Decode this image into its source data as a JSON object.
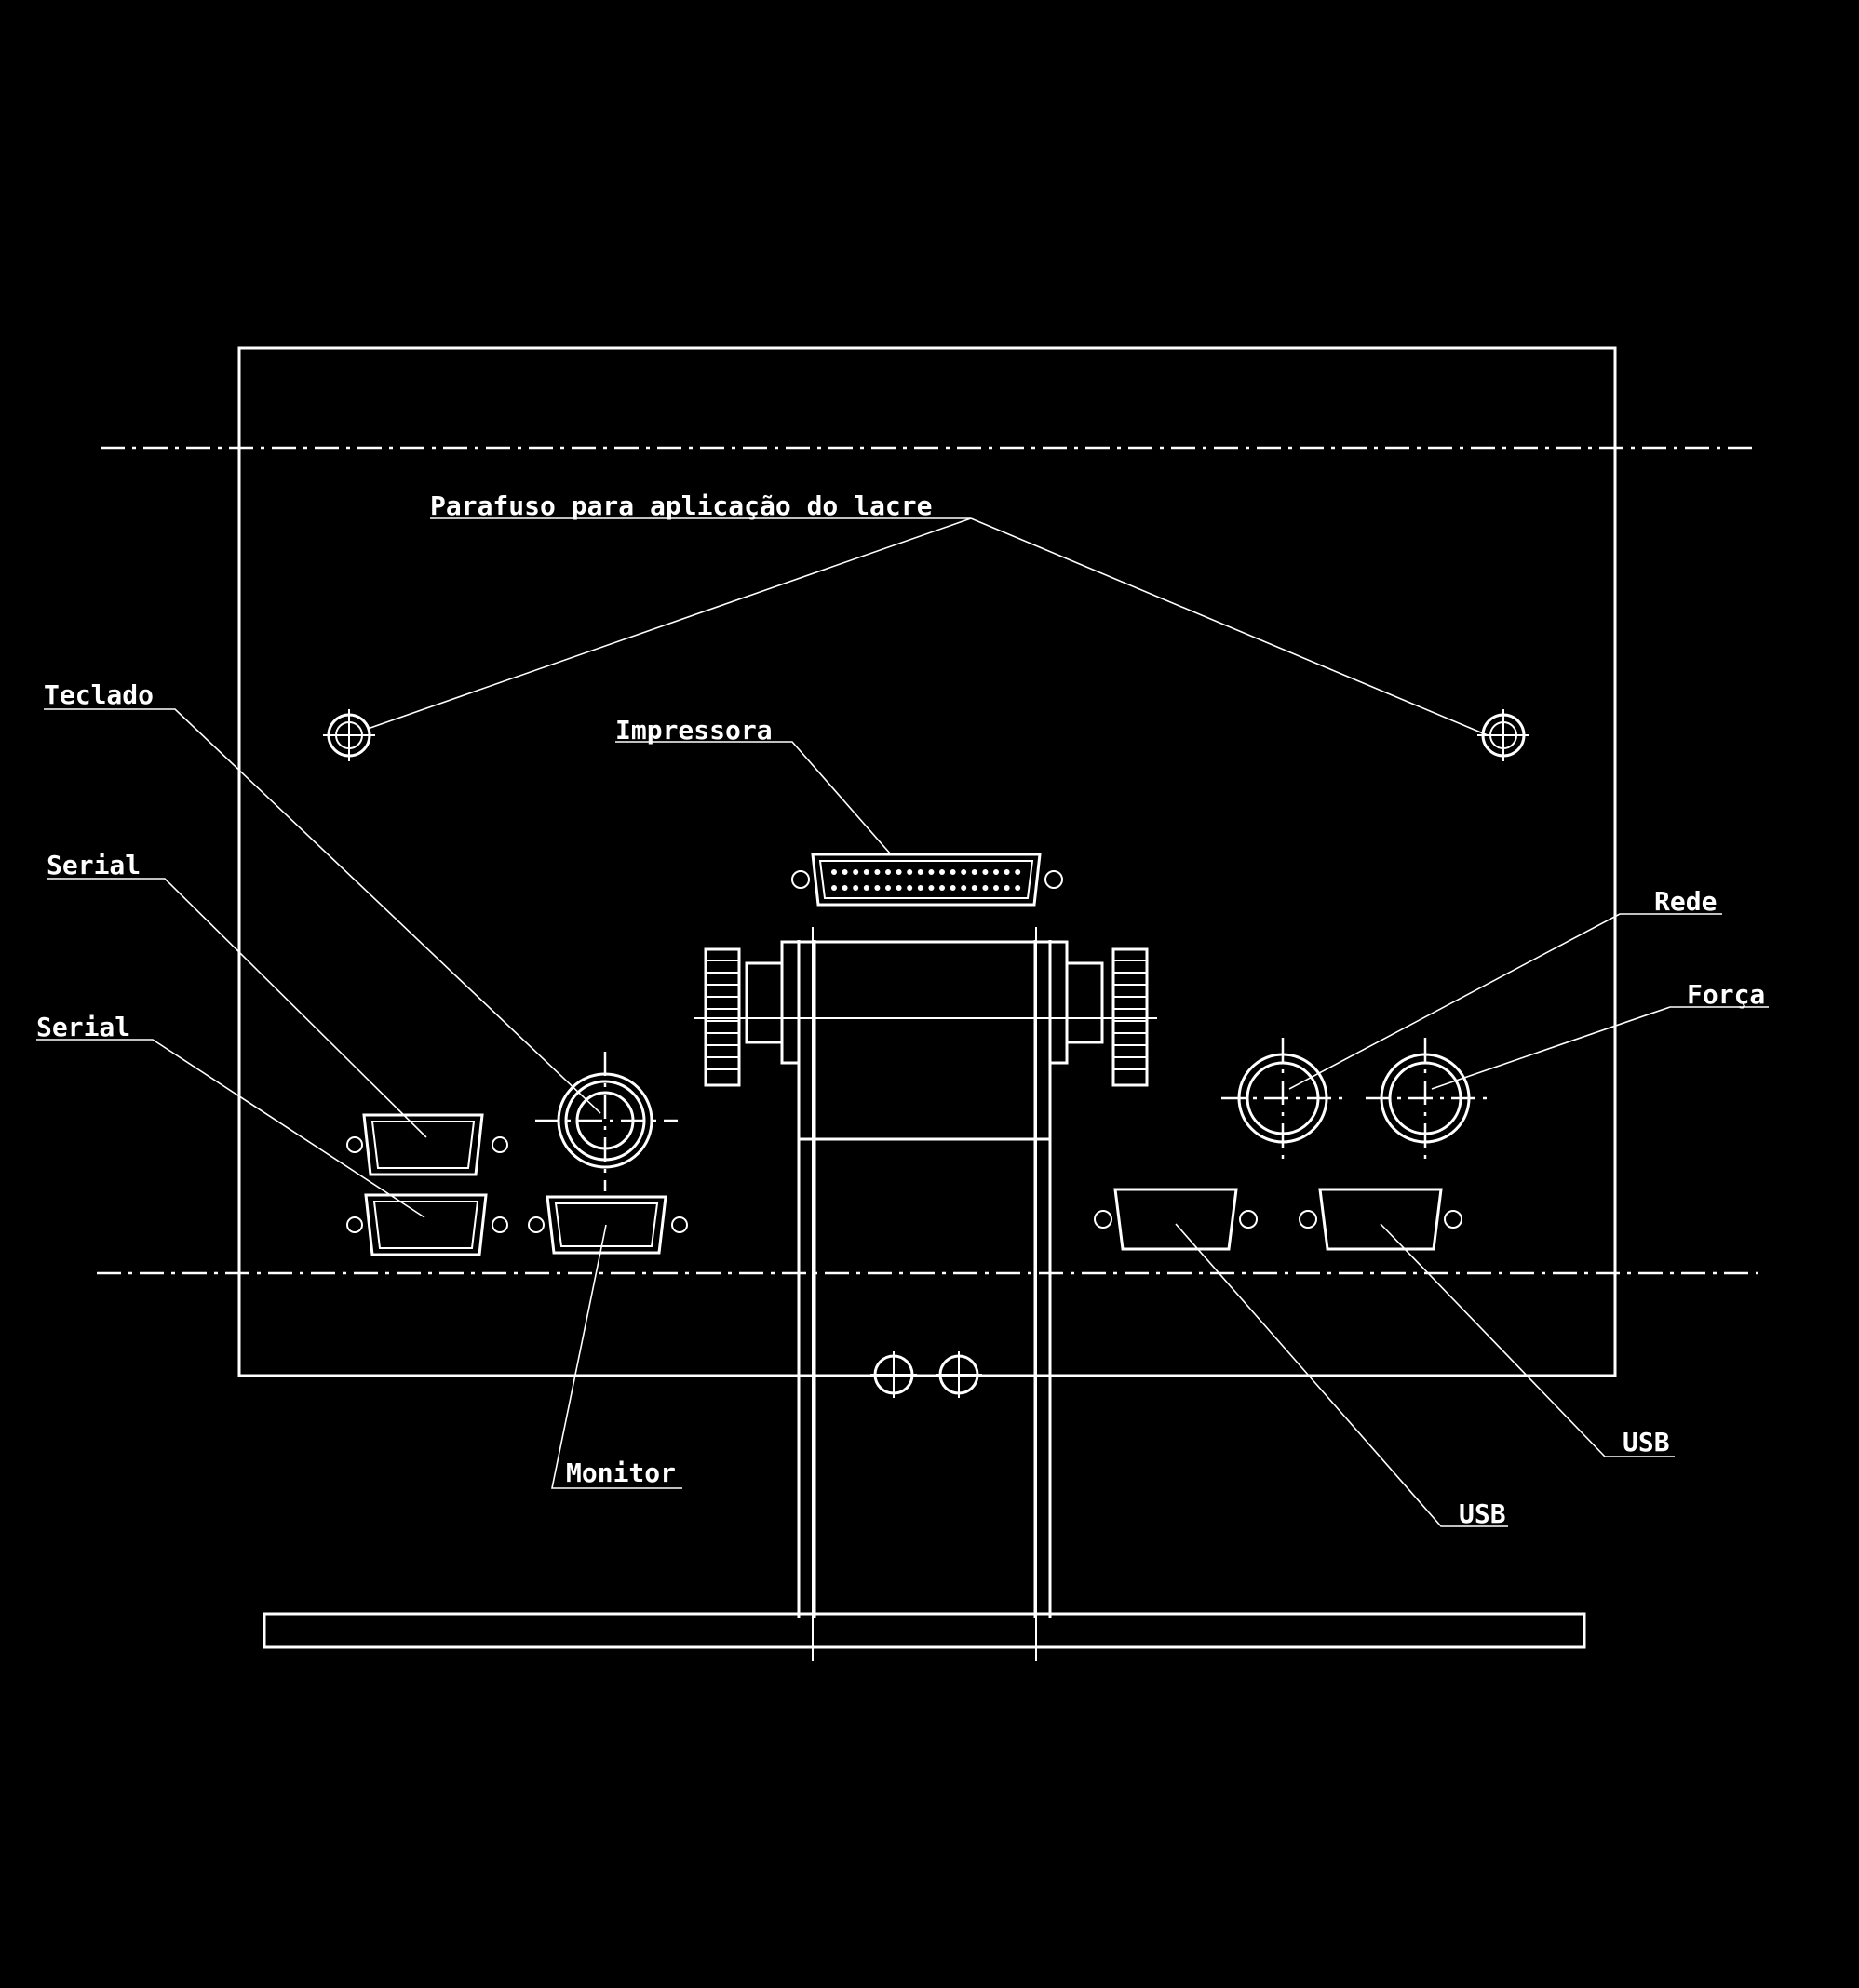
{
  "colors": {
    "background": "#000000",
    "line": "#ffffff"
  },
  "labels": {
    "seal_screw": "Parafuso para aplicação do lacre",
    "keyboard": "Teclado",
    "printer": "Impressora",
    "serial_1": "Serial",
    "serial_2": "Serial",
    "network": "Rede",
    "power": "Força",
    "monitor": "Monitor",
    "usb_1": "USB",
    "usb_2": "USB"
  }
}
